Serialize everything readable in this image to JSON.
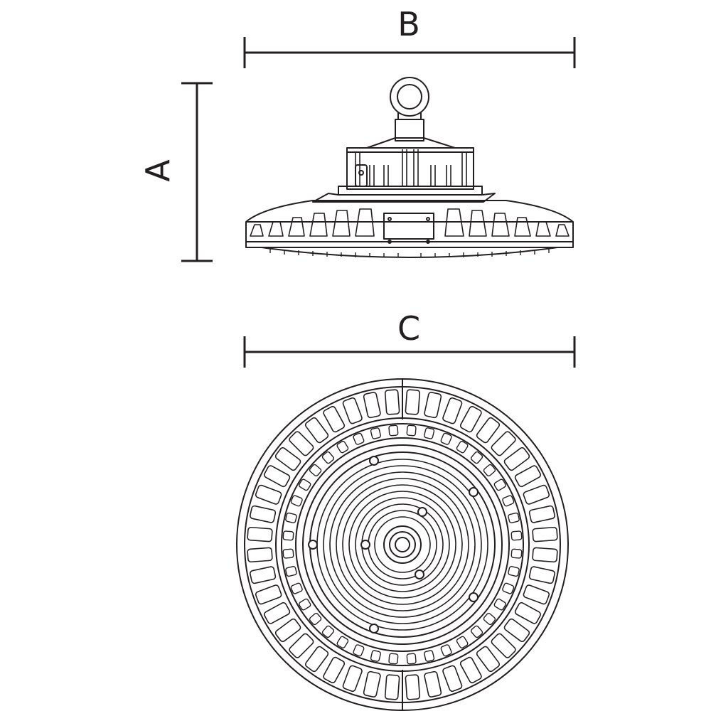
{
  "dimensions": {
    "height_label": "A",
    "width_label": "B",
    "diameter_label": "C"
  },
  "colors": {
    "line": "#231f20",
    "background": "#ffffff"
  },
  "views": {
    "side_view": "side-elevation",
    "bottom_view": "bottom-plan"
  }
}
